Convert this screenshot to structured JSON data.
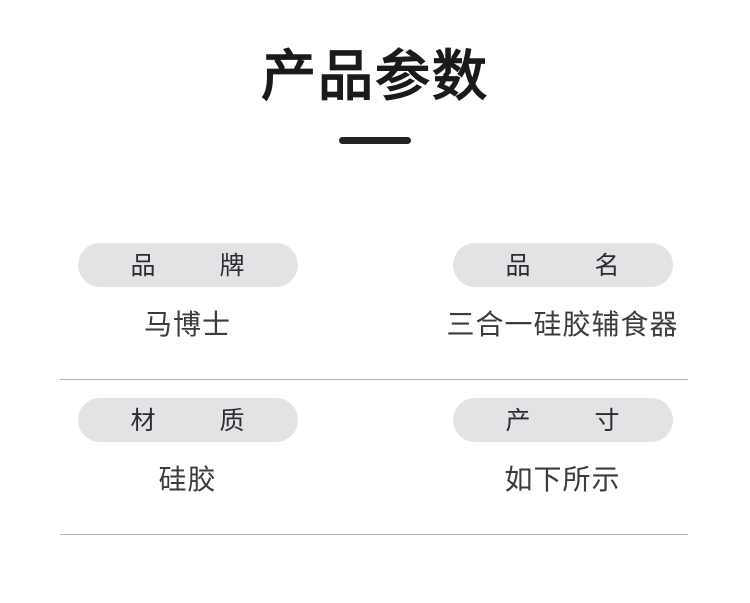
{
  "header": {
    "title": "产品参数",
    "rule": "title-rule"
  },
  "theme": {
    "background": "#ffffff",
    "title_color": "#1a1a1c",
    "rule_color": "#232326",
    "pill_background": "#e3e3e6",
    "pill_text_color": "#2b2b30",
    "value_text_color": "#3b3b40",
    "separator_color": "#b2b2b4"
  },
  "specs": {
    "rows": [
      {
        "cells": [
          {
            "label": "品  牌",
            "value": "马博士"
          },
          {
            "label": "品  名",
            "value": "三合一硅胶辅食器"
          }
        ]
      },
      {
        "cells": [
          {
            "label": "材  质",
            "value": "硅胶"
          },
          {
            "label": "产  寸",
            "value": "如下所示"
          }
        ]
      }
    ]
  }
}
